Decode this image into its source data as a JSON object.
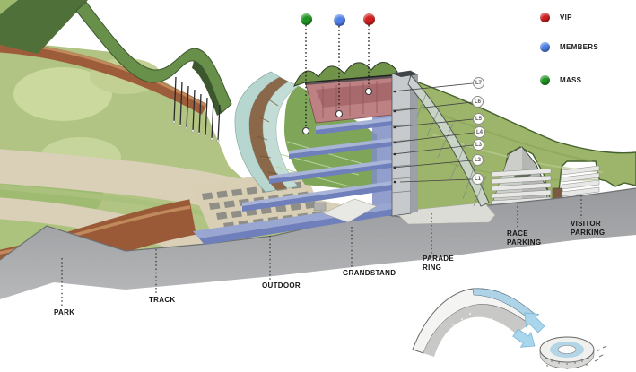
{
  "legend": {
    "items": [
      {
        "label": "VIP",
        "color": "#d01f1f"
      },
      {
        "label": "MEMBERS",
        "color": "#4f7fe8"
      },
      {
        "label": "MASS",
        "color": "#1f9422"
      }
    ]
  },
  "markers": {
    "items": [
      {
        "name": "mass",
        "color": "#1f9422"
      },
      {
        "name": "members",
        "color": "#4f7fe8"
      },
      {
        "name": "vip",
        "color": "#d01f1f"
      }
    ]
  },
  "levels": {
    "items": [
      {
        "label": "L7"
      },
      {
        "label": "L6"
      },
      {
        "label": "L5"
      },
      {
        "label": "L4"
      },
      {
        "label": "L3"
      },
      {
        "label": "L2"
      },
      {
        "label": "L1"
      }
    ]
  },
  "ground_labels": {
    "items": [
      {
        "label": "PARK"
      },
      {
        "label": "TRACK"
      },
      {
        "label": "OUTDOOR"
      },
      {
        "label": "GRANDSTAND"
      },
      {
        "label": "PARADE RING"
      },
      {
        "label": "RACE PARKING"
      },
      {
        "label": "VISITOR PARKING"
      }
    ]
  },
  "zone_colors": {
    "vip_floor": "#bd8184",
    "members_floor": "#7d8cc2",
    "mass_seating": "#7fa558"
  }
}
